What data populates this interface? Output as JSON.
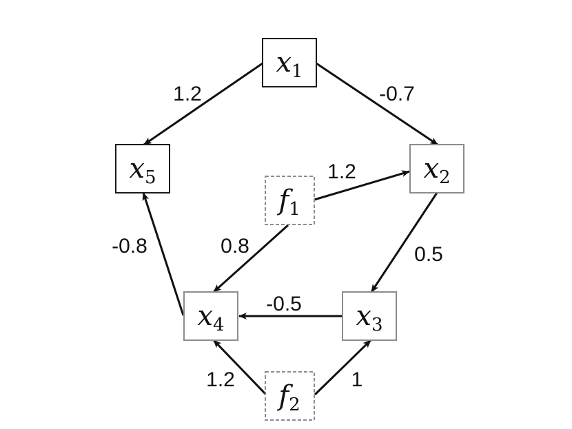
{
  "nodes": [
    {
      "id": "x1",
      "base": "x",
      "sub": "1",
      "kind": "observed"
    },
    {
      "id": "x2",
      "base": "x",
      "sub": "2",
      "kind": "observed"
    },
    {
      "id": "x3",
      "base": "x",
      "sub": "3",
      "kind": "observed"
    },
    {
      "id": "x4",
      "base": "x",
      "sub": "4",
      "kind": "observed"
    },
    {
      "id": "x5",
      "base": "x",
      "sub": "5",
      "kind": "observed"
    },
    {
      "id": "f1",
      "base": "f",
      "sub": "1",
      "kind": "latent"
    },
    {
      "id": "f2",
      "base": "f",
      "sub": "2",
      "kind": "latent"
    }
  ],
  "edges": [
    {
      "from": "x1",
      "to": "x5",
      "weight": "1.2"
    },
    {
      "from": "x1",
      "to": "x2",
      "weight": "-0.7"
    },
    {
      "from": "f1",
      "to": "x2",
      "weight": "1.2"
    },
    {
      "from": "x2",
      "to": "x3",
      "weight": "0.5"
    },
    {
      "from": "f1",
      "to": "x4",
      "weight": "0.8"
    },
    {
      "from": "x4",
      "to": "x5",
      "weight": "-0.8"
    },
    {
      "from": "x3",
      "to": "x4",
      "weight": "-0.5"
    },
    {
      "from": "f2",
      "to": "x4",
      "weight": "1.2"
    },
    {
      "from": "f2",
      "to": "x3",
      "weight": "1"
    }
  ]
}
